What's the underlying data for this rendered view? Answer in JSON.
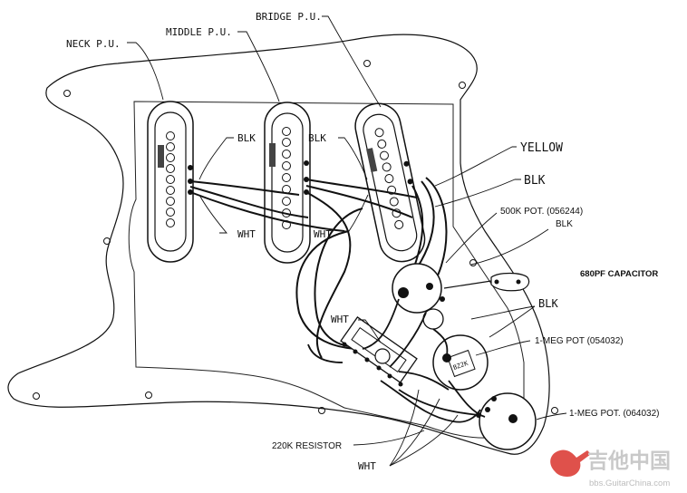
{
  "labels": {
    "neck_pu": "NECK P.U.",
    "middle_pu": "MIDDLE P.U.",
    "bridge_pu": "BRIDGE P.U.",
    "blk_neck": "BLK",
    "blk_middle": "BLK",
    "wht_neck": "WHT",
    "wht_middle": "WHT",
    "yellow": "YELLOW",
    "blk_bridge": "BLK",
    "pot_500k": "500K POT. (056244)",
    "blk_pot": "BLK",
    "capacitor": "680PF CAPACITOR",
    "blk_cap": "BLK",
    "wht_switch": "WHT",
    "meg_pot_1": "1-MEG POT (054032)",
    "meg_pot_2": "1-MEG POT. (064032)",
    "resistor": "220K RESISTOR",
    "wht_bottom": "WHT",
    "pot_marking": "BZ2K"
  },
  "watermark": {
    "cn": "吉他中国",
    "url": "bbs.GuitarChina.com"
  },
  "colors": {
    "ink": "#111111",
    "watermark_red": "#d9322b",
    "watermark_gray": "#c9c9c9"
  }
}
